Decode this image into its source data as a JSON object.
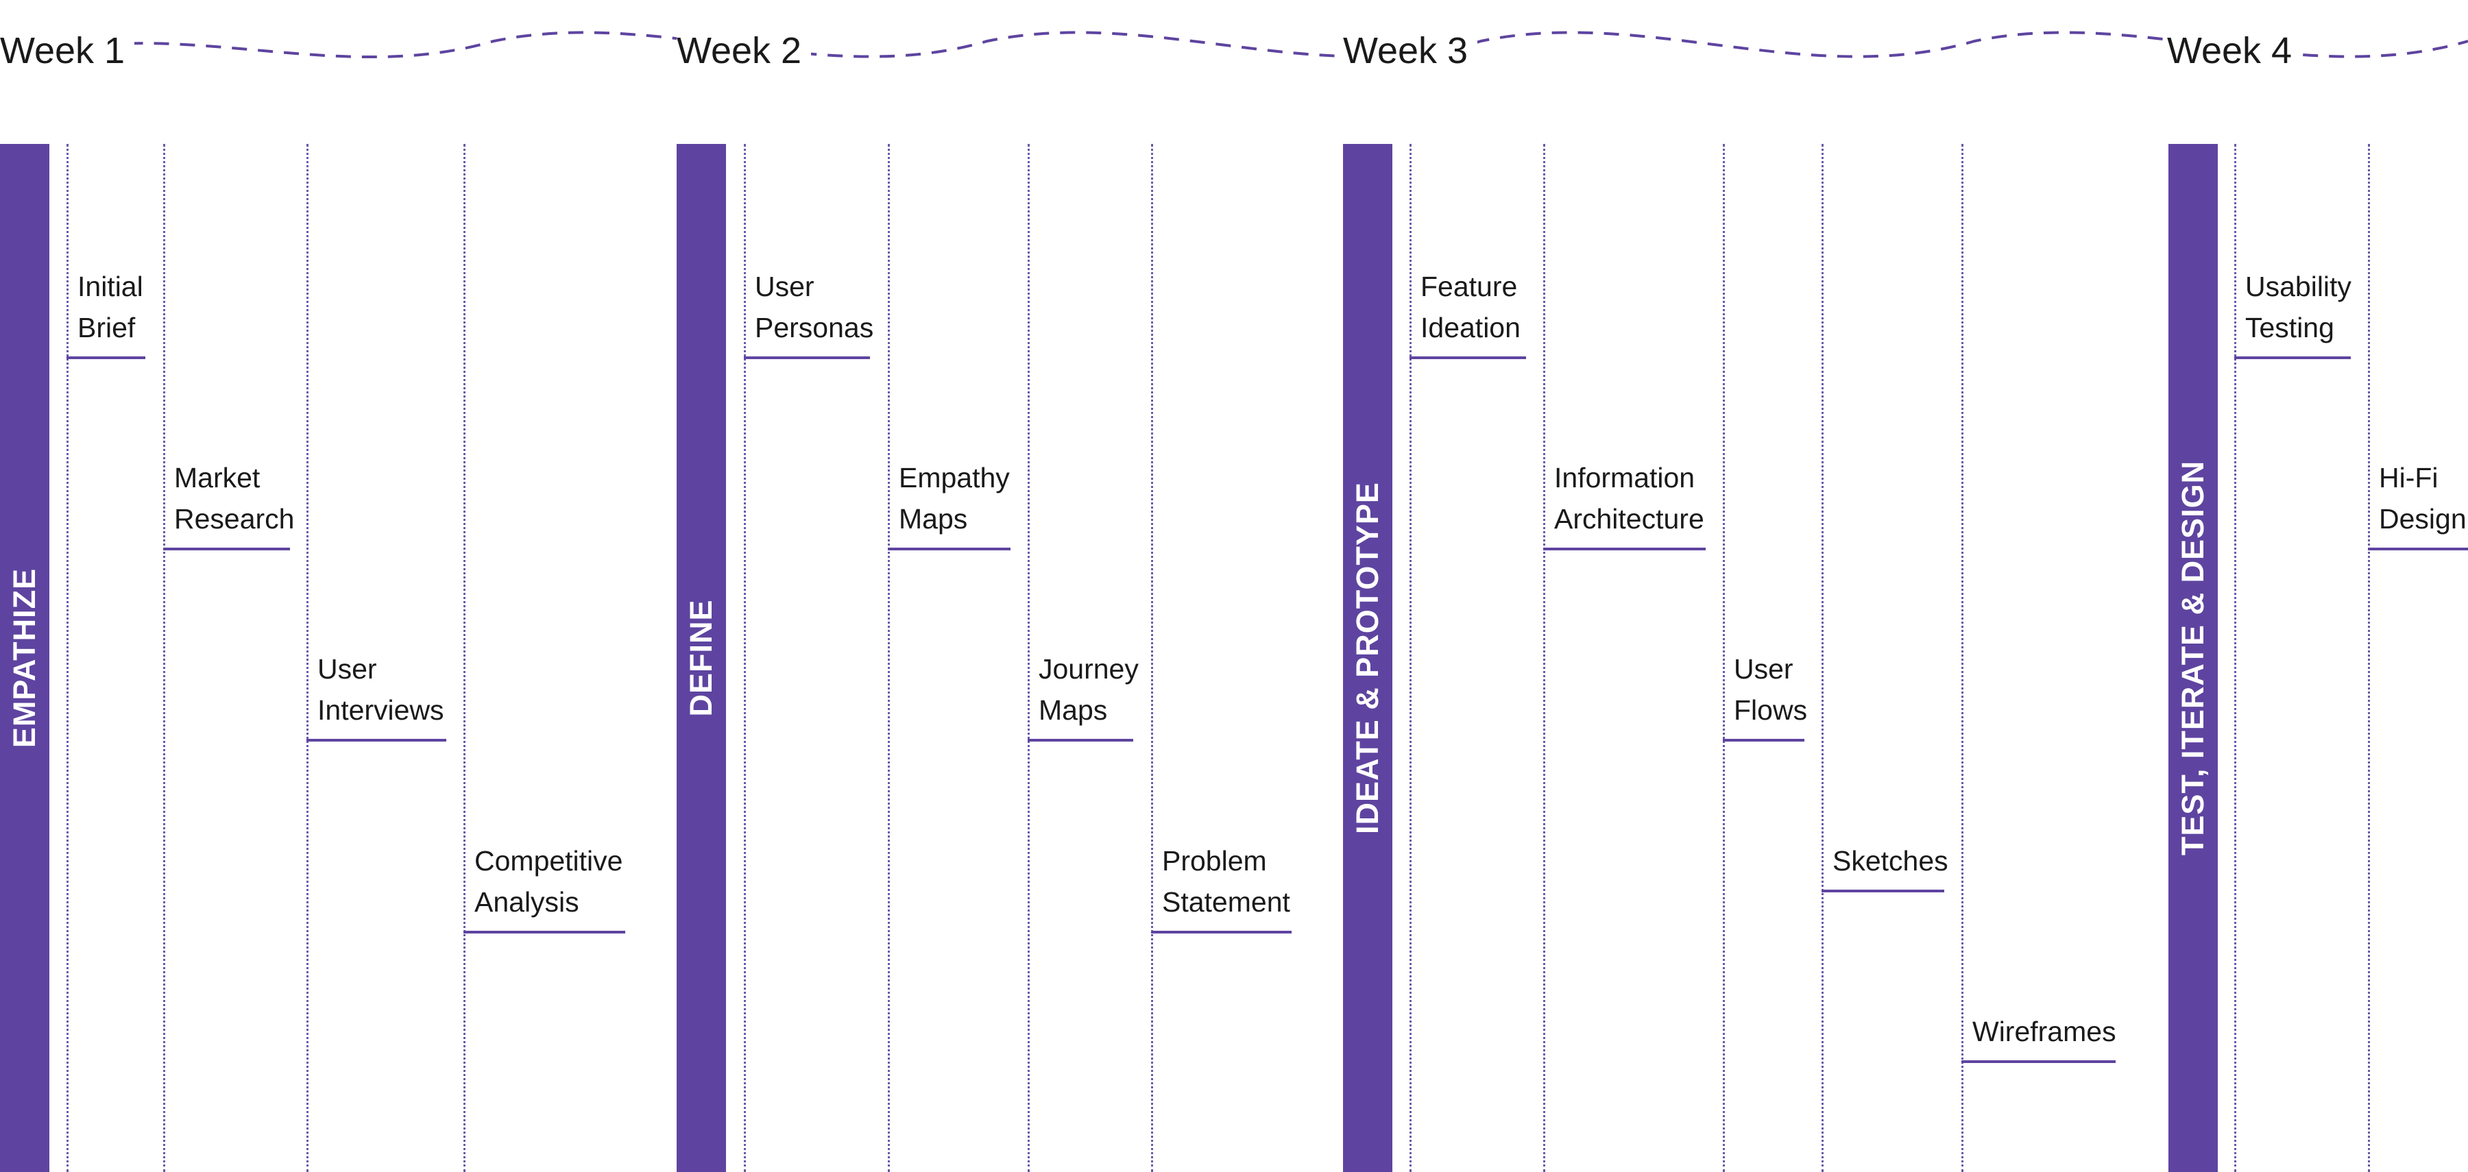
{
  "weeks": [
    {
      "label": "Week 1"
    },
    {
      "label": "Week 2"
    },
    {
      "label": "Week 3"
    },
    {
      "label": "Week 4"
    }
  ],
  "phases": [
    {
      "label": "EMPATHIZE"
    },
    {
      "label": "DEFINE"
    },
    {
      "label": "IDEATE & PROTOTYPE"
    },
    {
      "label": "TEST, ITERATE & DESIGN"
    }
  ],
  "tasks": [
    {
      "label": "Initial\nBrief"
    },
    {
      "label": "Market\nResearch"
    },
    {
      "label": "User\nInterviews"
    },
    {
      "label": "Competitive\nAnalysis"
    },
    {
      "label": "User\nPersonas"
    },
    {
      "label": "Empathy\nMaps"
    },
    {
      "label": "Journey\nMaps"
    },
    {
      "label": "Problem\nStatement"
    },
    {
      "label": "Feature\nIdeation"
    },
    {
      "label": "Information\nArchitecture"
    },
    {
      "label": "User\nFlows"
    },
    {
      "label": "Sketches"
    },
    {
      "label": "Wireframes"
    },
    {
      "label": "Usability\nTesting"
    },
    {
      "label": "Hi-Fi\nDesign"
    }
  ],
  "colors": {
    "accent": "#5e44a0",
    "text": "#1a1a1a",
    "background": "#ffffff"
  }
}
